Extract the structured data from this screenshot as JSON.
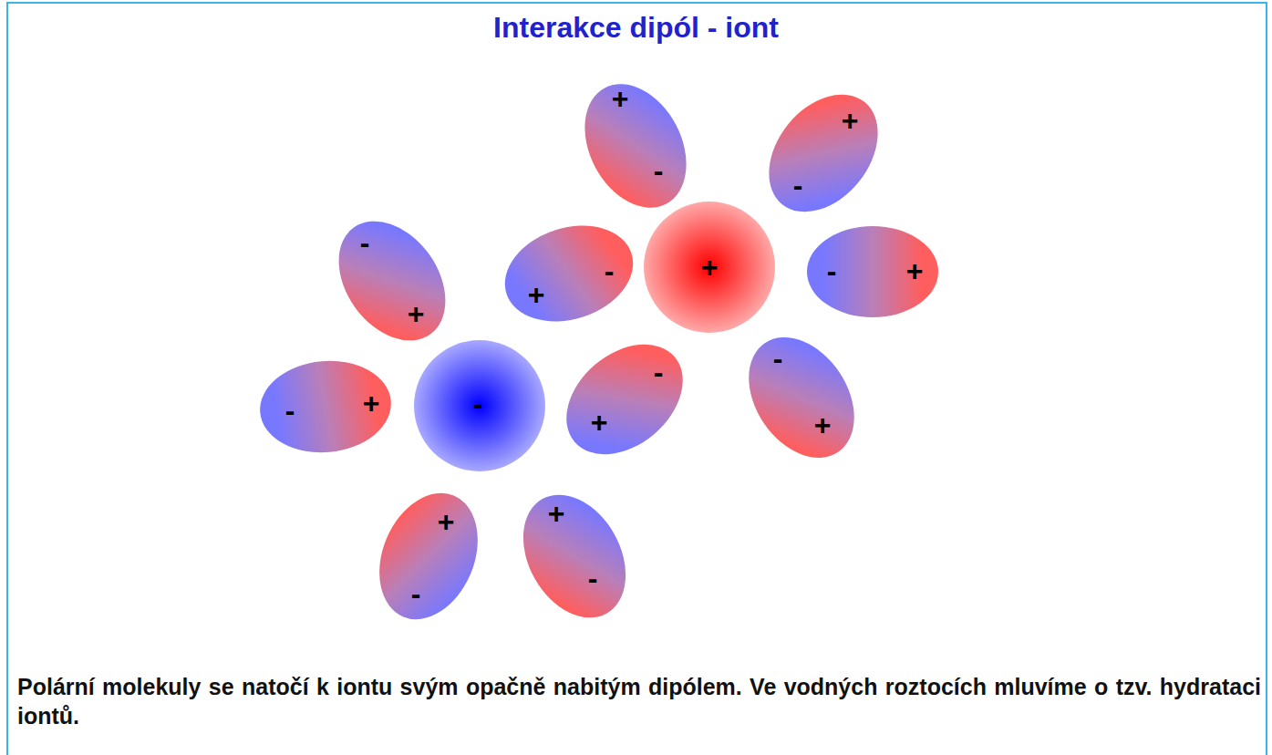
{
  "diagram": {
    "title": "Interakce dipól - iont",
    "caption": "Polární molekuly se natočí k iontu svým opačně nabitým dipólem. Ve vodných roztocích mluvíme o tzv. hydrataci iontů.",
    "nodes": [
      {
        "text": [
          "+",
          "-"
        ]
      },
      {
        "text": [
          "+",
          "-"
        ]
      },
      {
        "text": [
          "-",
          "+"
        ]
      },
      {
        "text": [
          "+",
          "-"
        ]
      },
      {
        "text": [
          "+"
        ]
      },
      {
        "text": [
          "-",
          "+"
        ]
      },
      {
        "text": [
          "-",
          "+"
        ]
      },
      {
        "text": [
          "-"
        ]
      },
      {
        "text": [
          "-",
          "+"
        ]
      },
      {
        "text": [
          "-",
          "+"
        ]
      },
      {
        "text": [
          "+",
          "-"
        ]
      },
      {
        "text": [
          "+",
          "-"
        ]
      }
    ]
  }
}
